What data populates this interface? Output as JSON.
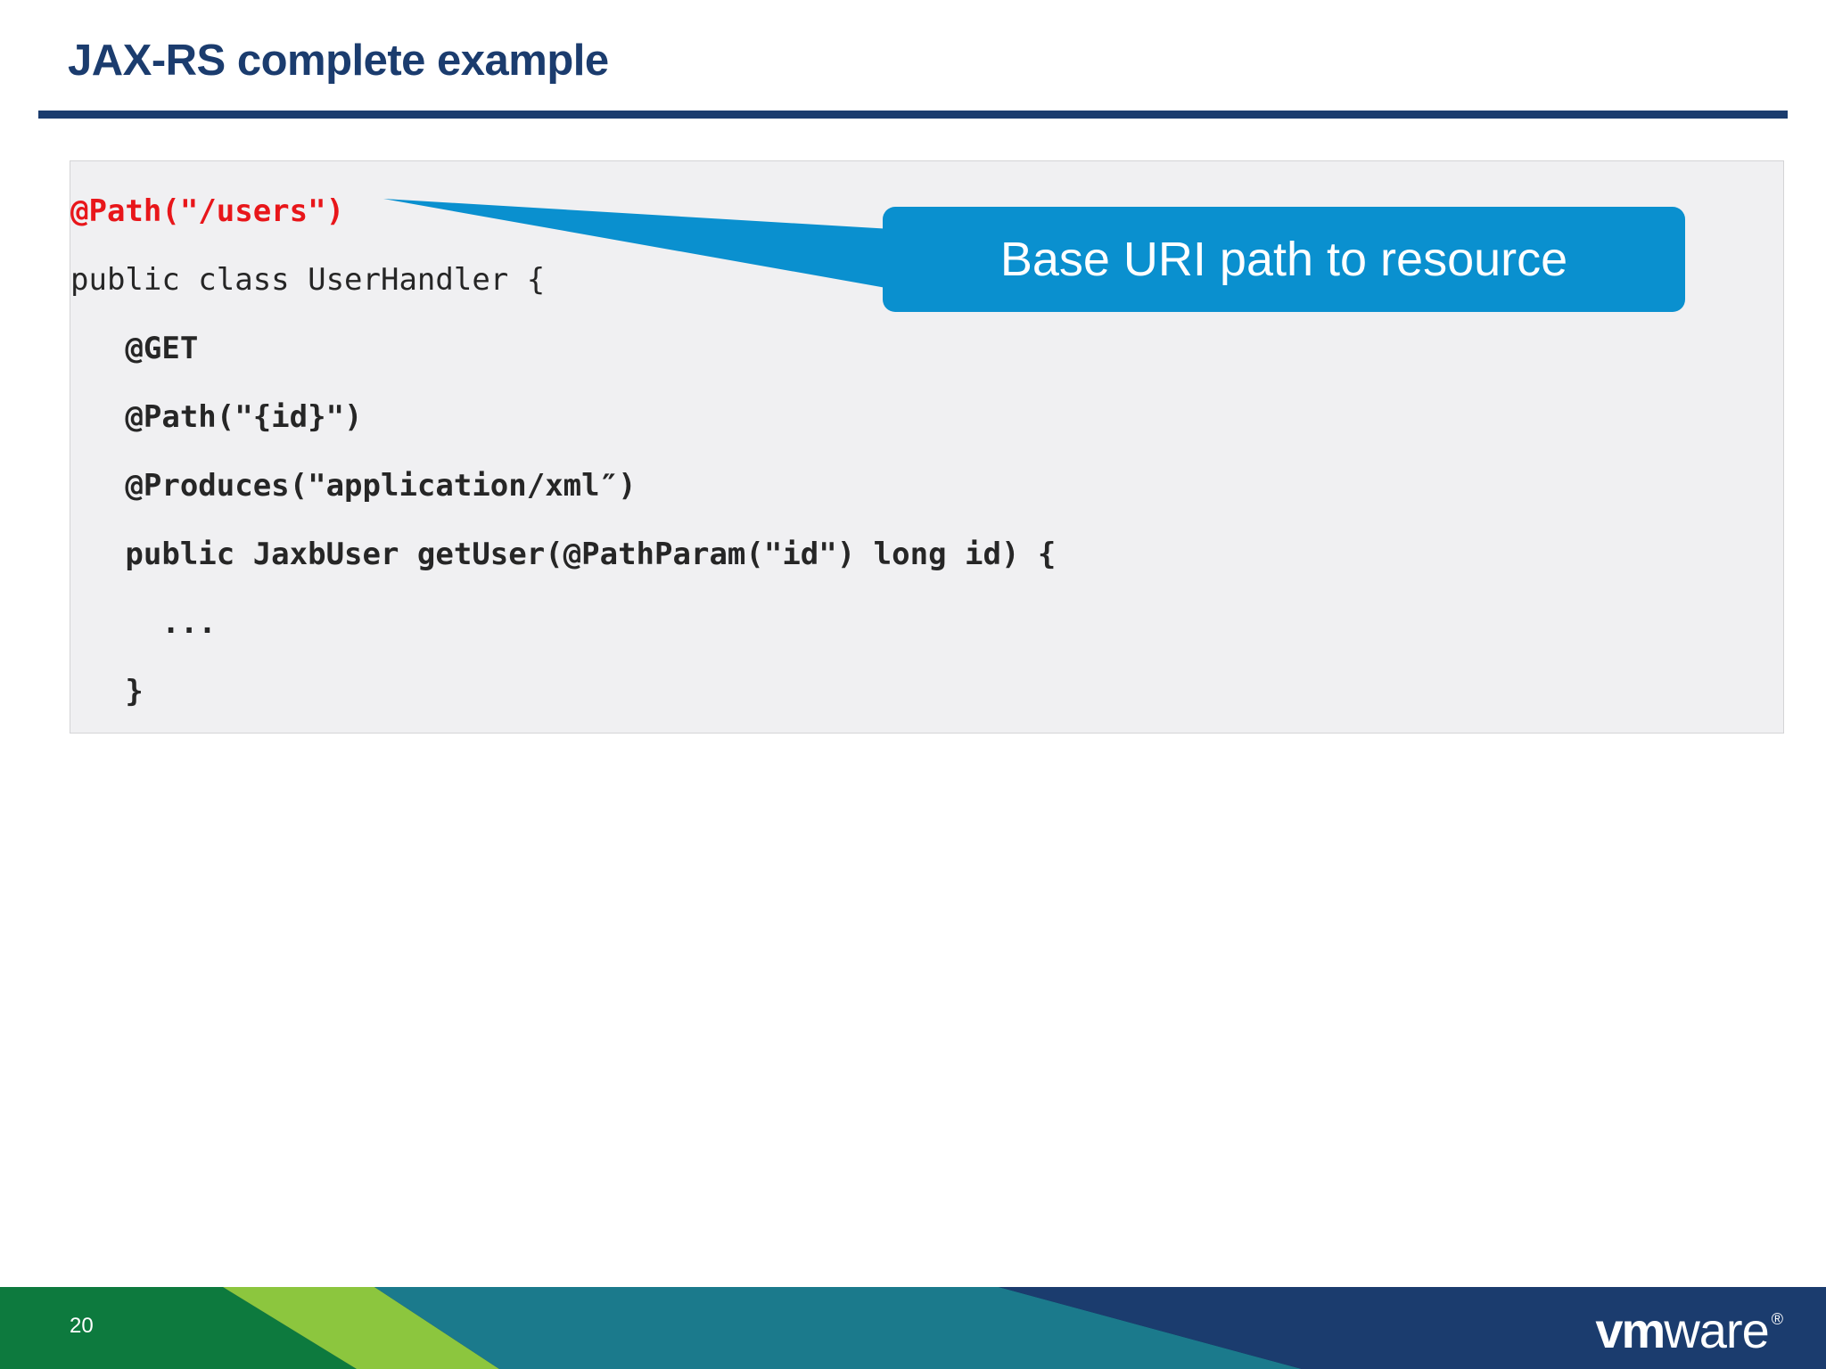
{
  "slide": {
    "title": "JAX-RS complete example",
    "title_color": "#1b3c6e",
    "rule_color": "#1b3c6e",
    "background": "#ffffff"
  },
  "code_panel": {
    "background": "#f0f0f2",
    "border_color": "#d4d4d6",
    "highlight_color": "#e8161a",
    "text_color": "#262626",
    "lines": [
      {
        "text": "@Path(\"/users\")",
        "style": "red"
      },
      {
        "text": "public class UserHandler {",
        "style": "plain"
      },
      {
        "text": "   @GET",
        "style": "bold"
      },
      {
        "text": "   @Path(\"{id}\")",
        "style": "bold"
      },
      {
        "text": "   @Produces(\"application/xml″)",
        "style": "bold"
      },
      {
        "text": "   public JaxbUser getUser(@PathParam(\"id\") long id) {",
        "style": "bold"
      },
      {
        "text": "     ...",
        "style": "bold"
      },
      {
        "text": "   }",
        "style": "bold"
      }
    ]
  },
  "callout": {
    "text": "Base URI path to resource",
    "background": "#0a90cf",
    "text_color": "#ffffff"
  },
  "footer": {
    "page_number": "20",
    "logo_primary": "vm",
    "logo_secondary": "ware",
    "logo_registered": "®",
    "colors": {
      "green": "#0d7a3e",
      "light_green": "#8cc63e",
      "teal": "#1b7a8c",
      "navy": "#1b3c6e",
      "dark_navy": "#14274d"
    }
  }
}
